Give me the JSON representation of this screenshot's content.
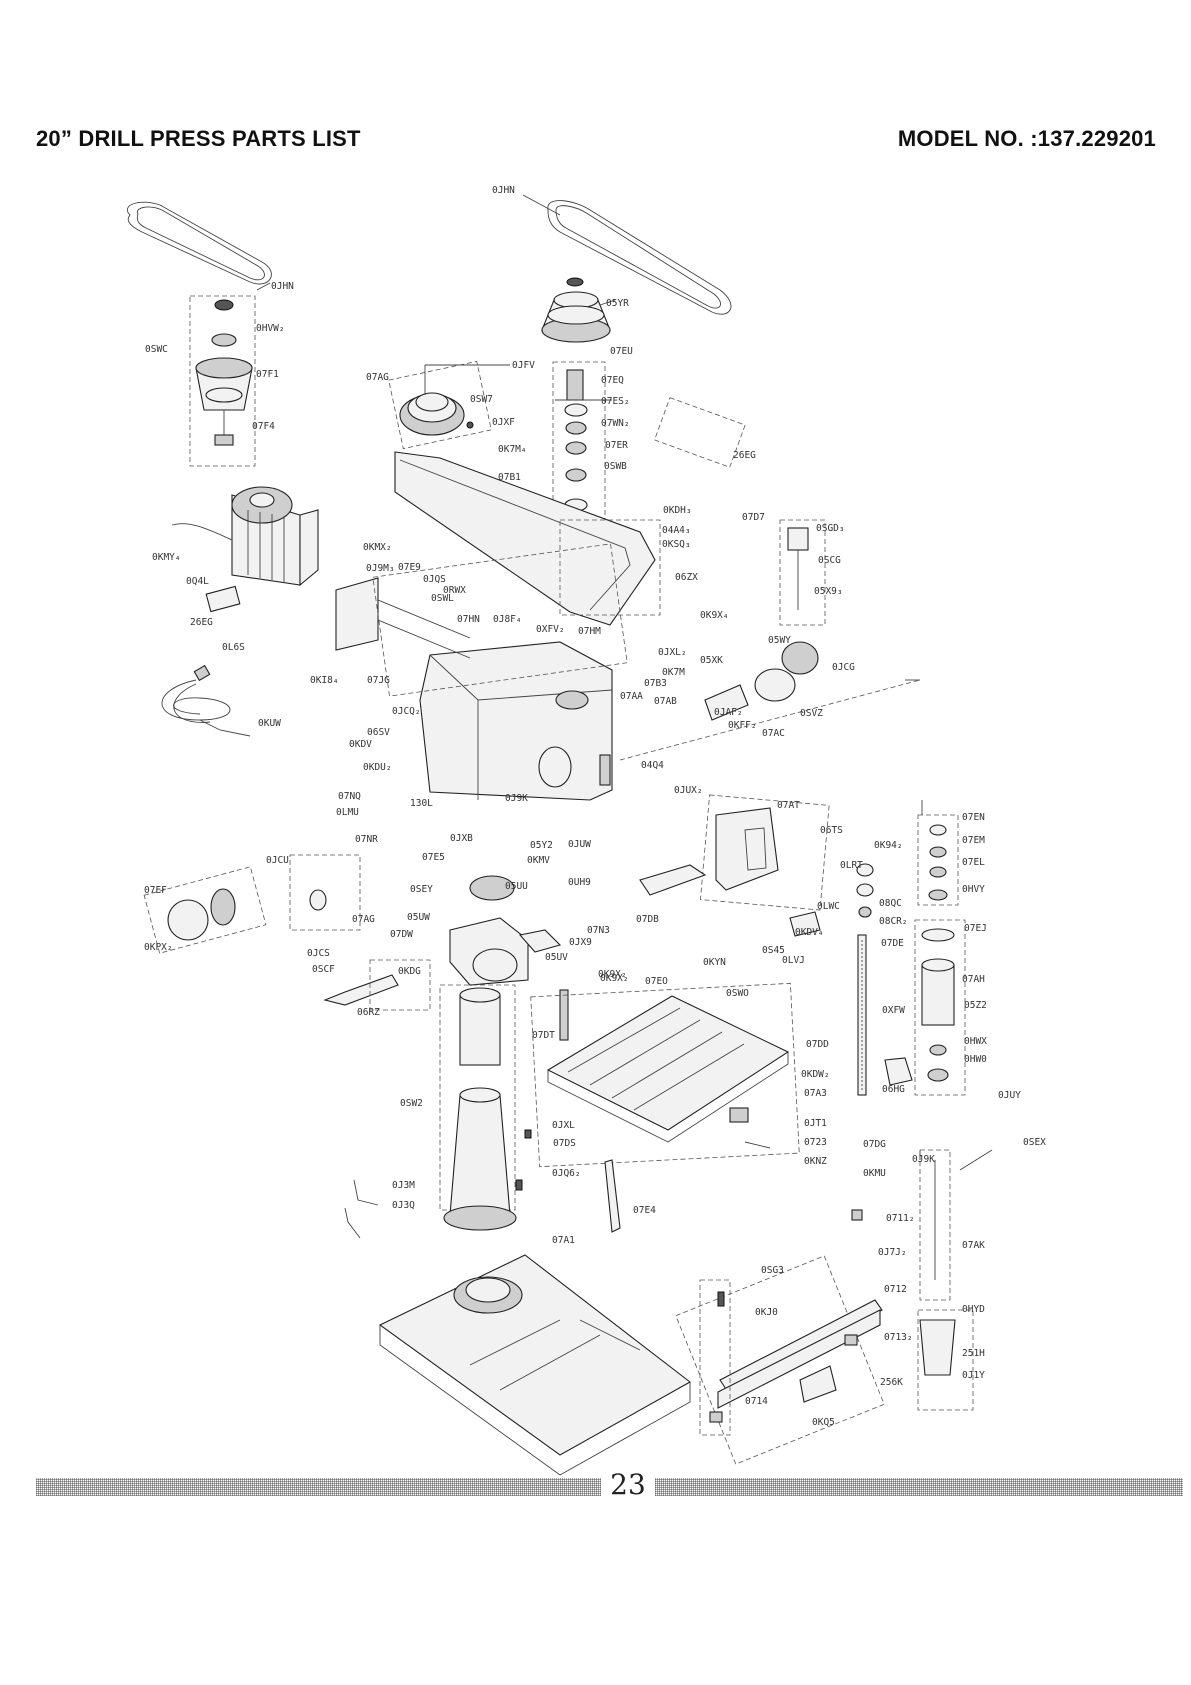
{
  "header": {
    "title": "20” DRILL PRESS PARTS LIST",
    "model": "MODEL NO. :137.229201"
  },
  "footer": {
    "page_number": "23"
  },
  "callouts": [
    {
      "id": "hn_top",
      "text": "0JHN"
    },
    {
      "id": "hn_left",
      "text": "0JHN"
    },
    {
      "id": "hvw",
      "text": "0HVW₂"
    },
    {
      "id": "swc",
      "text": "0SWC"
    },
    {
      "id": "f1",
      "text": "07F1"
    },
    {
      "id": "f4",
      "text": "07F4"
    },
    {
      "id": "ag_top",
      "text": "07AG"
    },
    {
      "id": "jfv",
      "text": "0JFV"
    },
    {
      "id": "sw7",
      "text": "0SW7"
    },
    {
      "id": "jxf",
      "text": "0JXF"
    },
    {
      "id": "k7m",
      "text": "0K7M₄"
    },
    {
      "id": "b1",
      "text": "07B1"
    },
    {
      "id": "yr",
      "text": "05YR"
    },
    {
      "id": "eu",
      "text": "07EU"
    },
    {
      "id": "eq",
      "text": "07EQ"
    },
    {
      "id": "es",
      "text": "07ES₂"
    },
    {
      "id": "wn",
      "text": "07WN₂"
    },
    {
      "id": "er",
      "text": "07ER"
    },
    {
      "id": "swb",
      "text": "0SWB"
    },
    {
      "id": "eg_top",
      "text": "26EG"
    },
    {
      "id": "kdh",
      "text": "0KDH₃"
    },
    {
      "id": "a4",
      "text": "04A4₃"
    },
    {
      "id": "ksq",
      "text": "0KSQ₃"
    },
    {
      "id": "d7",
      "text": "07D7"
    },
    {
      "id": "sgd",
      "text": "0SGD₃"
    },
    {
      "id": "scg",
      "text": "0SCG"
    },
    {
      "id": "x9",
      "text": "05X9₃"
    },
    {
      "id": "kmy",
      "text": "0KMY₄"
    },
    {
      "id": "q4l",
      "text": "0Q4L"
    },
    {
      "id": "eg_left",
      "text": "26EG"
    },
    {
      "id": "kmx",
      "text": "0KMX₂"
    },
    {
      "id": "j9m",
      "text": "0J9M₃"
    },
    {
      "id": "e9",
      "text": "07E9"
    },
    {
      "id": "jqs",
      "text": "0JQS"
    },
    {
      "id": "rwx",
      "text": "0RWX"
    },
    {
      "id": "swl",
      "text": "0SWL"
    },
    {
      "id": "hn",
      "text": "07HN"
    },
    {
      "id": "j8f",
      "text": "0J8F₄"
    },
    {
      "id": "zx",
      "text": "06ZX"
    },
    {
      "id": "k9x",
      "text": "0K9X₄"
    },
    {
      "id": "xfv",
      "text": "0XFV₂"
    },
    {
      "id": "hm",
      "text": "07HM"
    },
    {
      "id": "wy",
      "text": "05WY"
    },
    {
      "id": "jcg",
      "text": "0JCG"
    },
    {
      "id": "l6s",
      "text": "0L6S"
    },
    {
      "id": "ki8",
      "text": "0KI8₄"
    },
    {
      "id": "jg",
      "text": "07JG"
    },
    {
      "id": "jxl",
      "text": "0JXL₂"
    },
    {
      "id": "k7mb",
      "text": "0K7M"
    },
    {
      "id": "b3",
      "text": "07B3"
    },
    {
      "id": "xk",
      "text": "05XK"
    },
    {
      "id": "aa",
      "text": "07AA"
    },
    {
      "id": "ab",
      "text": "07AB"
    },
    {
      "id": "svz",
      "text": "0SVZ"
    },
    {
      "id": "kuw",
      "text": "0KUW"
    },
    {
      "id": "jcq",
      "text": "0JCQ₂"
    },
    {
      "id": "sv",
      "text": "06SV"
    },
    {
      "id": "kdv",
      "text": "0KDV"
    },
    {
      "id": "ac",
      "text": "07AC"
    },
    {
      "id": "jaf",
      "text": "0JAF₂"
    },
    {
      "id": "q4",
      "text": "04Q4"
    },
    {
      "id": "kff",
      "text": "0KFF₂"
    },
    {
      "id": "kdu",
      "text": "0KDU₂"
    },
    {
      "id": "nq",
      "text": "07NQ"
    },
    {
      "id": "l30",
      "text": "130L"
    },
    {
      "id": "lmu",
      "text": "0LMU"
    },
    {
      "id": "j9k",
      "text": "0J9K"
    },
    {
      "id": "jux",
      "text": "0JUX₂"
    },
    {
      "id": "at",
      "text": "07AT"
    },
    {
      "id": "en",
      "text": "07EN"
    },
    {
      "id": "em",
      "text": "07EM"
    },
    {
      "id": "el",
      "text": "07EL"
    },
    {
      "id": "hvy",
      "text": "0HVY"
    },
    {
      "id": "nr",
      "text": "07NR"
    },
    {
      "id": "jxb",
      "text": "0JXB"
    },
    {
      "id": "e5",
      "text": "07E5"
    },
    {
      "id": "y2",
      "text": "05Y2"
    },
    {
      "id": "juw",
      "text": "0JUW"
    },
    {
      "id": "kmv",
      "text": "0KMV"
    },
    {
      "id": "ts",
      "text": "06TS"
    },
    {
      "id": "k94",
      "text": "0K94₂"
    },
    {
      "id": "lrt",
      "text": "0LRT"
    },
    {
      "id": "jcu",
      "text": "0JCU"
    },
    {
      "id": "ef",
      "text": "07EF"
    },
    {
      "id": "sey",
      "text": "0SEY"
    },
    {
      "id": "suu",
      "text": "05UU"
    },
    {
      "id": "uh9",
      "text": "0UH9"
    },
    {
      "id": "ag2",
      "text": "07AG"
    },
    {
      "id": "suw",
      "text": "05UW"
    },
    {
      "id": "n3",
      "text": "07N3"
    },
    {
      "id": "db",
      "text": "07DB"
    },
    {
      "id": "lwc",
      "text": "0LWC"
    },
    {
      "id": "qc",
      "text": "08QC"
    },
    {
      "id": "cr",
      "text": "08CR₂"
    },
    {
      "id": "ej",
      "text": "07EJ"
    },
    {
      "id": "jcs",
      "text": "0JCS"
    },
    {
      "id": "dw",
      "text": "07DW"
    },
    {
      "id": "jx9",
      "text": "0JX9"
    },
    {
      "id": "kdv4",
      "text": "0KDV₄"
    },
    {
      "id": "s45",
      "text": "0S45"
    },
    {
      "id": "lvj",
      "text": "0LVJ"
    },
    {
      "id": "de",
      "text": "07DE"
    },
    {
      "id": "kpx",
      "text": "0KPX₂"
    },
    {
      "id": "suv",
      "text": "05UV"
    },
    {
      "id": "kyn",
      "text": "0KYN"
    },
    {
      "id": "k9x2",
      "text": "0K9X₂"
    },
    {
      "id": "scf",
      "text": "0SCF"
    },
    {
      "id": "kdg",
      "text": "0KDG"
    },
    {
      "id": "k9x2b",
      "text": "0K9X₂"
    },
    {
      "id": "eo",
      "text": "07EO"
    },
    {
      "id": "swo",
      "text": "0SWO"
    },
    {
      "id": "ah",
      "text": "07AH"
    },
    {
      "id": "rz",
      "text": "06RZ"
    },
    {
      "id": "xfw",
      "text": "0XFW"
    },
    {
      "id": "z2",
      "text": "05Z2"
    },
    {
      "id": "dt",
      "text": "07DT"
    },
    {
      "id": "dd",
      "text": "07DD"
    },
    {
      "id": "hwx",
      "text": "0HWX"
    },
    {
      "id": "hw0",
      "text": "0HW0"
    },
    {
      "id": "kdw",
      "text": "0KDW₂"
    },
    {
      "id": "a3",
      "text": "07A3"
    },
    {
      "id": "hg",
      "text": "06HG"
    },
    {
      "id": "juy",
      "text": "0JUY"
    },
    {
      "id": "sw2",
      "text": "0SW2"
    },
    {
      "id": "jxl2",
      "text": "0JXL"
    },
    {
      "id": "jt1",
      "text": "0JT1"
    },
    {
      "id": "ds",
      "text": "07DS"
    },
    {
      "id": "o723",
      "text": "0723"
    },
    {
      "id": "dg",
      "text": "07DG"
    },
    {
      "id": "knz",
      "text": "0KNZ"
    },
    {
      "id": "j9k2",
      "text": "0J9K"
    },
    {
      "id": "sex",
      "text": "0SEX"
    },
    {
      "id": "kmu",
      "text": "0KMU"
    },
    {
      "id": "j3m",
      "text": "0J3M"
    },
    {
      "id": "jq6",
      "text": "0JQ6₂"
    },
    {
      "id": "j3q",
      "text": "0J3Q"
    },
    {
      "id": "e4",
      "text": "07E4"
    },
    {
      "id": "o711",
      "text": "0711₂"
    },
    {
      "id": "a1",
      "text": "07A1"
    },
    {
      "id": "ak",
      "text": "07AK"
    },
    {
      "id": "j7j",
      "text": "0J7J₂"
    },
    {
      "id": "sg3",
      "text": "0SG3"
    },
    {
      "id": "o712",
      "text": "0712"
    },
    {
      "id": "kj0",
      "text": "0KJ0"
    },
    {
      "id": "hyd",
      "text": "0HYD"
    },
    {
      "id": "o713",
      "text": "0713₂"
    },
    {
      "id": "i8",
      "text": "251H"
    },
    {
      "id": "i6k",
      "text": "256K"
    },
    {
      "id": "j1y",
      "text": "0J1Y"
    },
    {
      "id": "o714",
      "text": "0714"
    },
    {
      "id": "kq5",
      "text": "0KQ5"
    }
  ]
}
